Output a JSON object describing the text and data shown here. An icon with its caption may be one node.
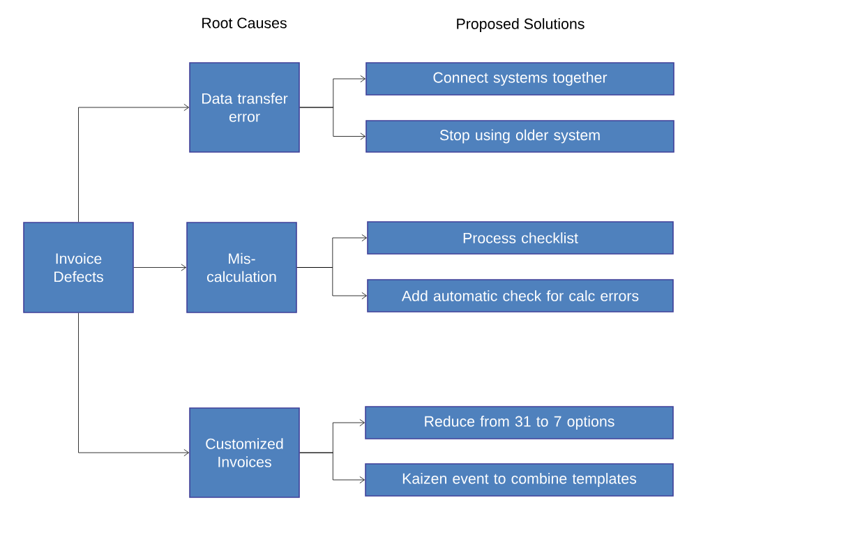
{
  "diagram": {
    "nodes": [
      {
        "text": [
          "Invoice Defects"
        ]
      },
      {
        "text": [
          "Data transfer error"
        ]
      },
      {
        "text": [
          "Mis- calculation"
        ]
      },
      {
        "text": [
          "Customized Invoices"
        ]
      },
      {
        "text": [
          "Connect systems together"
        ]
      },
      {
        "text": [
          "Stop using older system"
        ]
      },
      {
        "text": [
          "Process checklist"
        ]
      },
      {
        "text": [
          "Add automatic check for calc errors"
        ]
      },
      {
        "text": [
          "Reduce from 31 to 7 options"
        ]
      },
      {
        "text": [
          "Kaizen event to combine templates"
        ]
      }
    ],
    "edges": [
      {
        "from": 0,
        "to": 1,
        "arrow": "to"
      },
      {
        "from": 0,
        "to": 2,
        "arrow": "to"
      },
      {
        "from": 0,
        "to": 3,
        "arrow": "to"
      },
      {
        "from": 1,
        "to": 4,
        "arrow": "to"
      },
      {
        "from": 1,
        "to": 5,
        "arrow": "to"
      },
      {
        "from": 2,
        "to": 6,
        "arrow": "to"
      },
      {
        "from": 2,
        "to": 7,
        "arrow": "to"
      },
      {
        "from": 3,
        "to": 8,
        "arrow": "to"
      },
      {
        "from": 3,
        "to": 9,
        "arrow": "to"
      }
    ],
    "labels": [
      "Root Causes",
      "Proposed Solutions"
    ]
  }
}
